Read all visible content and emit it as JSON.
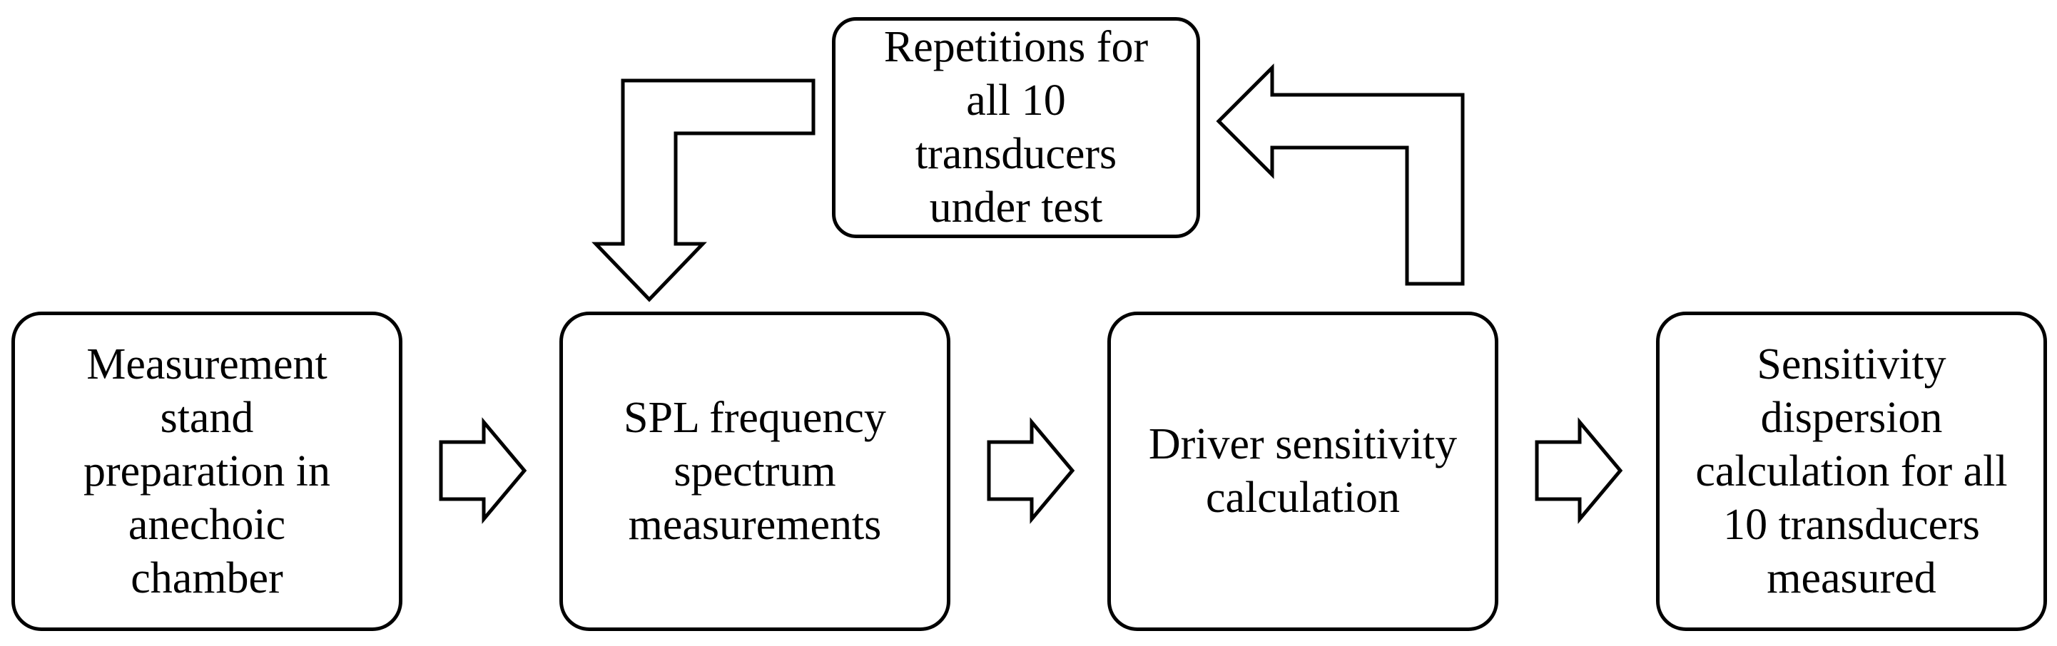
{
  "diagram": {
    "steps": [
      {
        "label": "Measurement\nstand\npreparation in\nanechoic\nchamber"
      },
      {
        "label": "SPL frequency\nspectrum\nmeasurements"
      },
      {
        "label": "Driver sensitivity\ncalculation"
      },
      {
        "label": "Sensitivity\ndispersion\ncalculation for all\n10 transducers\nmeasured"
      }
    ],
    "loop": {
      "label": "Repetitions for\nall 10\ntransducers\nunder test"
    },
    "colors": {
      "stroke": "#000000",
      "fill": "#ffffff"
    },
    "arrows": [
      {
        "from": "step-1",
        "to": "step-2",
        "style": "block-arrow"
      },
      {
        "from": "step-2",
        "to": "step-3",
        "style": "block-arrow"
      },
      {
        "from": "step-3",
        "to": "step-4",
        "style": "block-arrow"
      },
      {
        "from": "step-3",
        "to": "loop",
        "style": "bent-block-arrow"
      },
      {
        "from": "loop",
        "to": "step-2",
        "style": "bent-block-arrow"
      }
    ]
  }
}
